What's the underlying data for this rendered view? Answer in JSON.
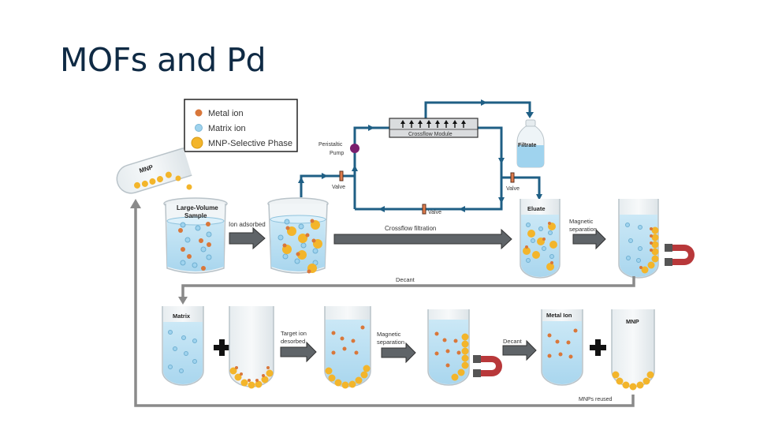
{
  "slide": {
    "title": "MOFs and Pd"
  },
  "legend": {
    "items": [
      {
        "label": "Metal ion",
        "color": "#d9773a"
      },
      {
        "label": "Matrix ion",
        "color": "#9fd3ee"
      },
      {
        "label": "MNP-Selective Phase",
        "color": "#f3b52b"
      }
    ]
  },
  "diagram": {
    "mnp_tube_label": "MNP",
    "large_volume_sample_label_line1": "Large-Volume",
    "large_volume_sample_label_line2": "Sample",
    "ion_adsorbed_label": "Ion adsorbed",
    "peristaltic_pump_line1": "Peristaltic",
    "peristaltic_pump_line2": "Pump",
    "valve_label_1": "Valve",
    "valve_label_2": "Valve",
    "valve_label_3": "Valve",
    "crossflow_module_label": "Crossflow Module",
    "filtrate_label": "Filtrate",
    "eluate_label": "Eluate",
    "crossflow_filtration_label": "Crossflow filtration",
    "magnetic_separation_label_1_line1": "Magnetic",
    "magnetic_separation_label_1_line2": "separation",
    "decant_label_1": "Decant",
    "matrix_label": "Matrix",
    "target_ion_desorbed_line1": "Target ion",
    "target_ion_desorbed_line2": "desorbed",
    "magnetic_separation_label_2_line1": "Magnetic",
    "magnetic_separation_label_2_line2": "separation",
    "decant_label_2": "Decant",
    "metal_ion_label": "Metal Ion",
    "mnp_label_2": "MNP",
    "mnps_reused_label": "MNPs reused"
  },
  "colors": {
    "pipe": "#1f5f85",
    "flow_arrow": "#5f6468",
    "return_line": "#8a8a8a",
    "liquid": "#bfe2f3",
    "pump": "#7a1f6e",
    "valve": "#e07b4a",
    "magnet": "#b8383a"
  }
}
